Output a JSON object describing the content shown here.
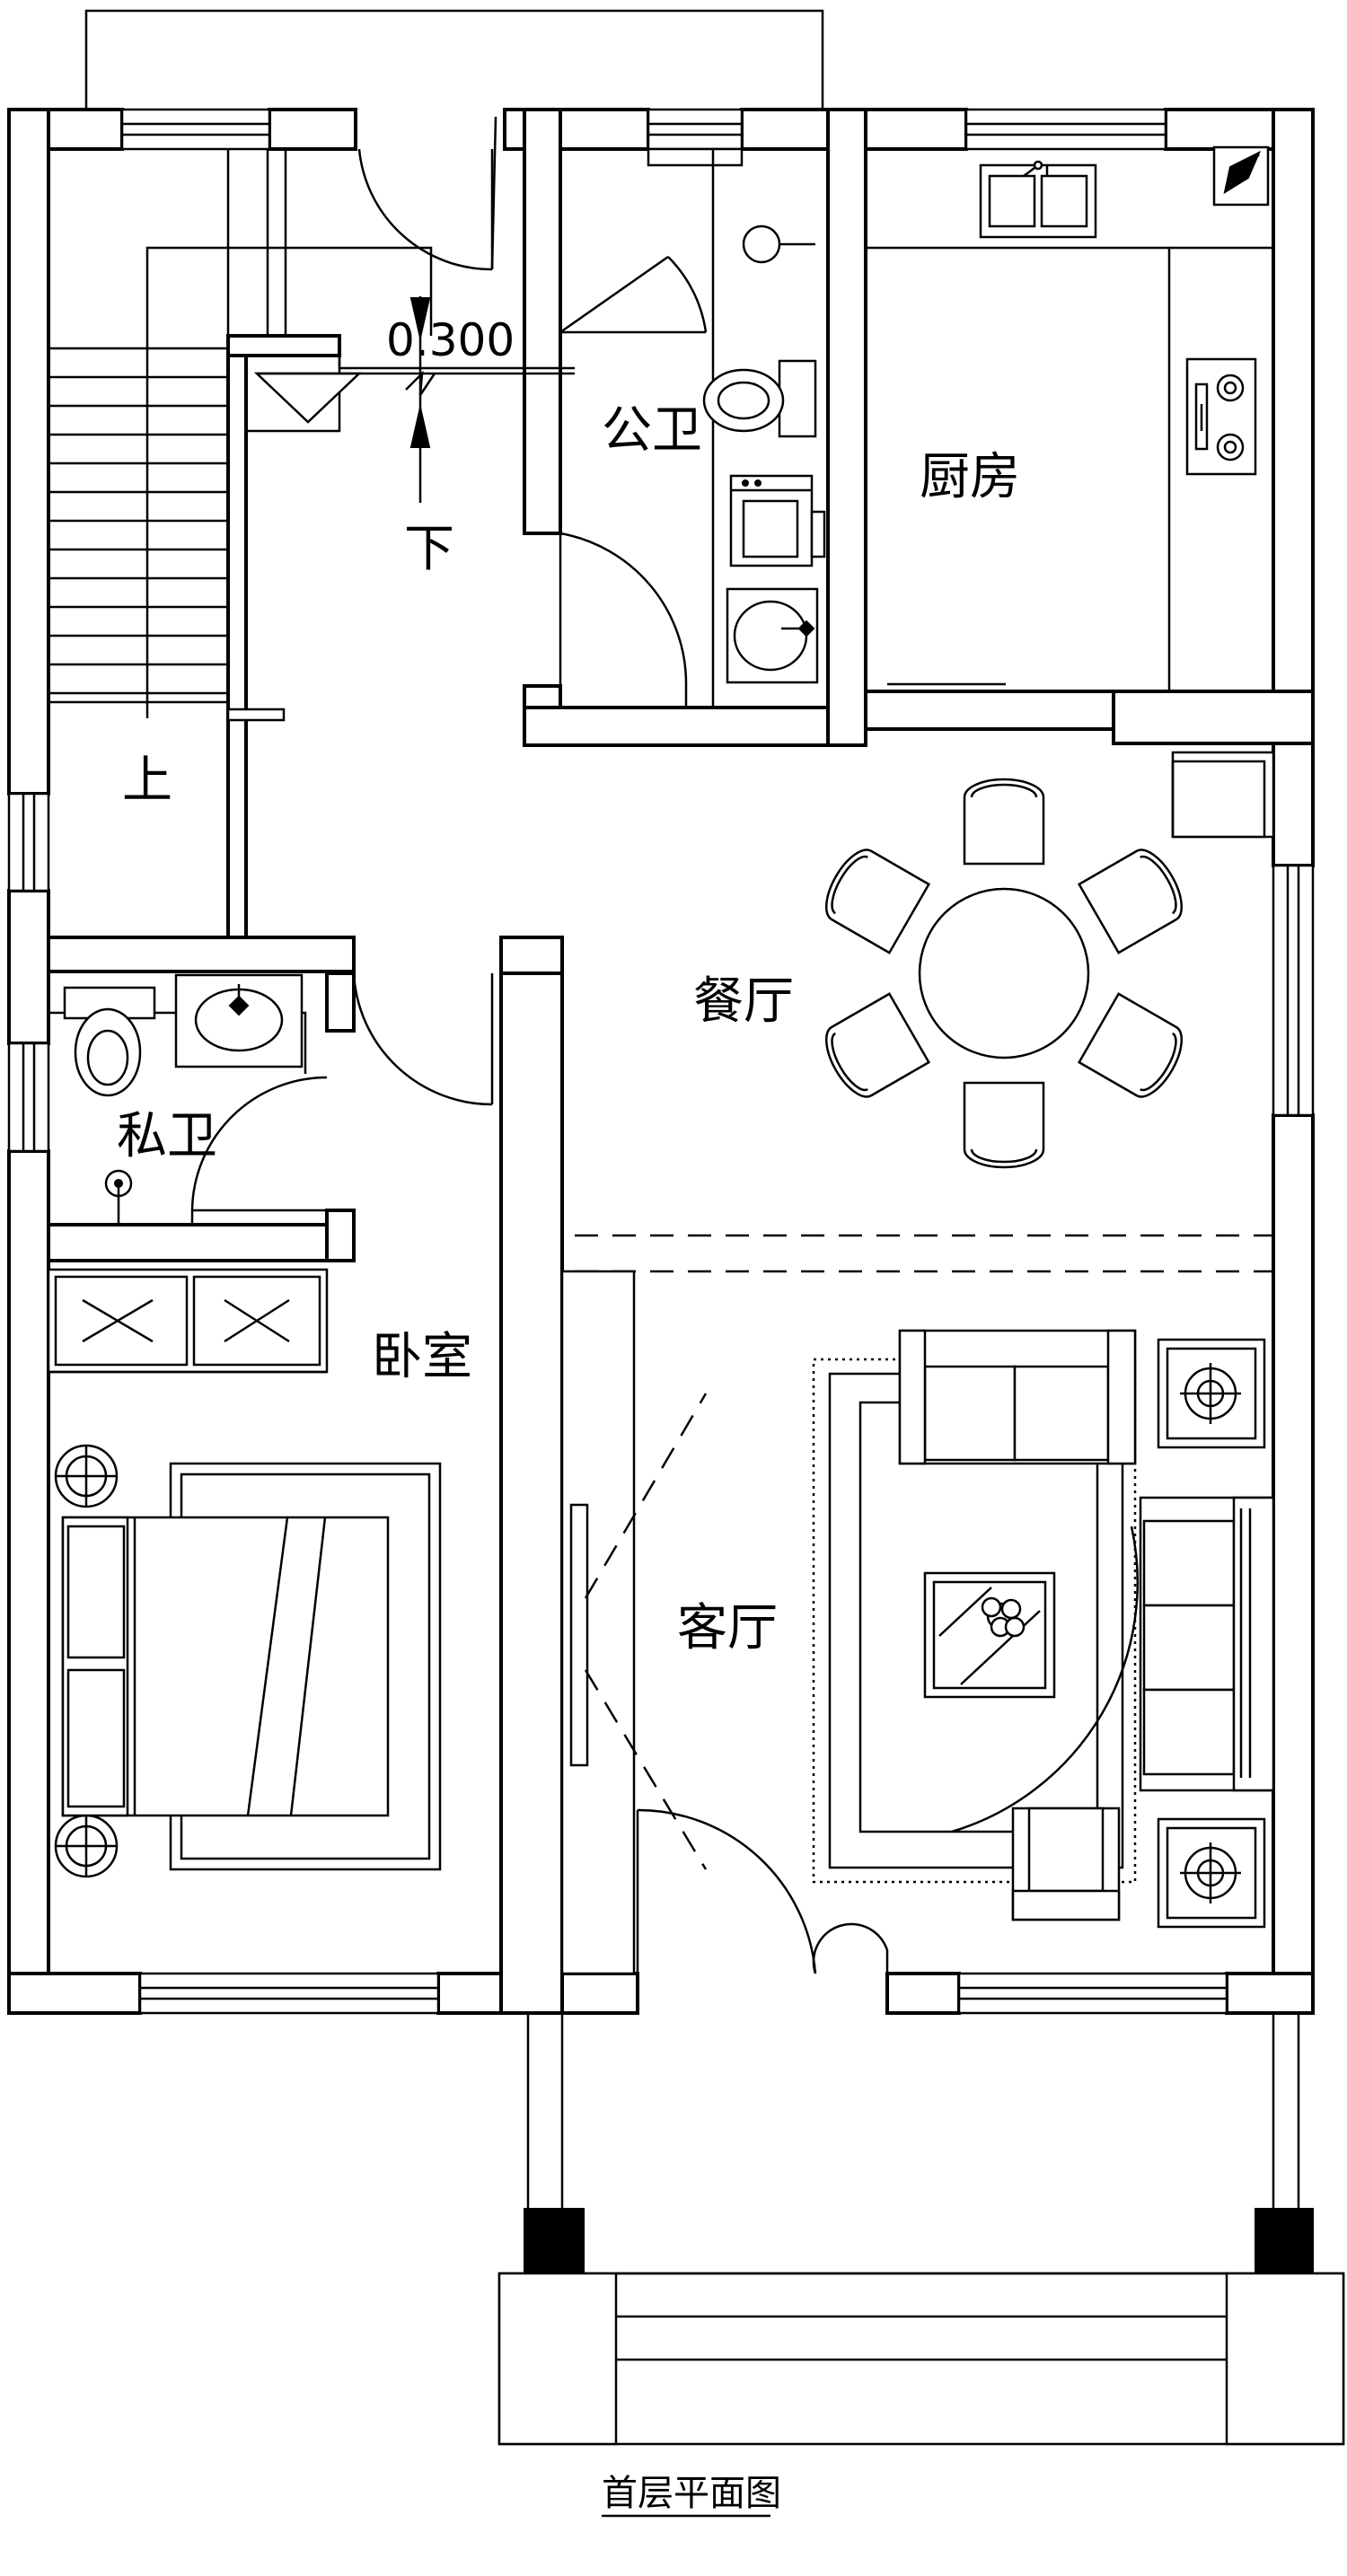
{
  "plan": {
    "title": "首层平面图",
    "elevation_mark": "0.300",
    "stair_up": "上",
    "stair_down": "下"
  },
  "rooms": {
    "public_bath": "公卫",
    "kitchen": "厨房",
    "dining": "餐厅",
    "private_bath": "私卫",
    "bedroom": "卧室",
    "living": "客厅"
  },
  "icons": [
    "stair-icon",
    "door-swing-icon",
    "window-icon",
    "toilet-icon",
    "sink-icon",
    "washing-machine-icon",
    "double-sink-icon",
    "stove-icon",
    "refrigerator-icon",
    "dining-table-icon",
    "chair-icon",
    "wardrobe-icon",
    "bed-icon",
    "nightstand-lamp-icon",
    "sofa-icon",
    "armchair-icon",
    "coffee-table-icon",
    "side-table-icon",
    "tv-cabinet-icon",
    "rug-icon",
    "column-icon",
    "entrance-steps-icon",
    "elevation-marker-icon"
  ]
}
